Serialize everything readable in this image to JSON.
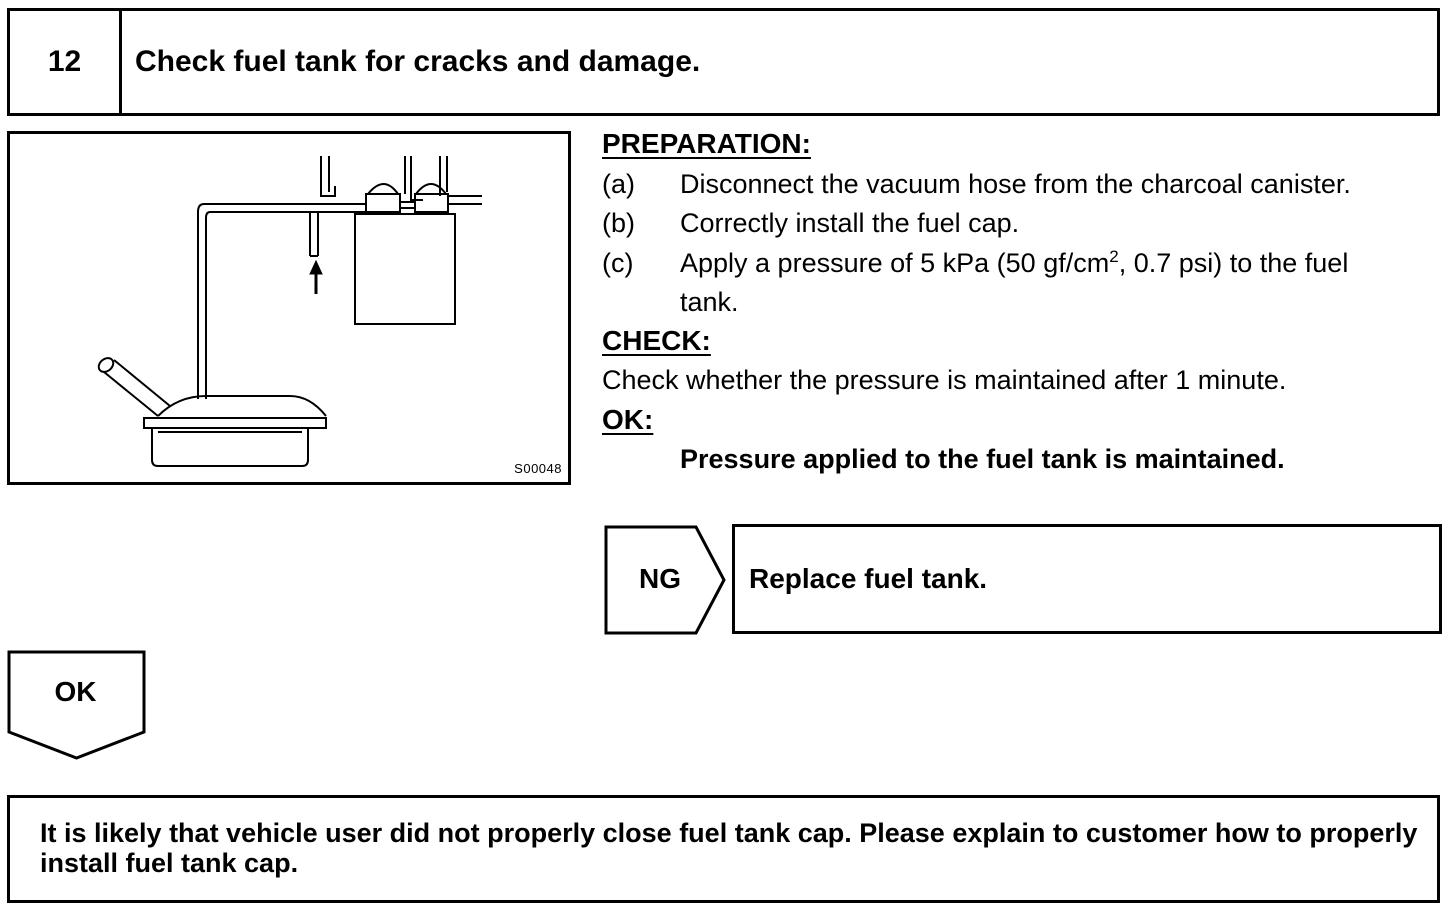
{
  "step": {
    "number": "12",
    "title": "Check fuel tank for cracks and damage."
  },
  "figure": {
    "code": "S00048"
  },
  "preparation": {
    "heading": "PREPARATION:",
    "items": [
      {
        "marker": "(a)",
        "text": "Disconnect the vacuum hose from the charcoal canister."
      },
      {
        "marker": "(b)",
        "text": "Correctly install the fuel cap."
      },
      {
        "marker": "(c)",
        "text_before": "Apply a pressure of 5 kPa (50 gf/cm",
        "superscript": "2",
        "text_after": ", 0.7 psi) to the fuel",
        "continuation": "tank."
      }
    ]
  },
  "check": {
    "heading": "CHECK:",
    "text": "Check whether the pressure is maintained after 1 minute."
  },
  "ok_spec": {
    "heading": "OK:",
    "text": "Pressure applied to the fuel tank is maintained."
  },
  "ng": {
    "label": "NG",
    "action": "Replace fuel tank."
  },
  "ok_branch": {
    "label": "OK"
  },
  "result": {
    "text": "It is likely that vehicle user did not properly close fuel tank cap. Please explain to customer how to properly install fuel tank cap."
  }
}
